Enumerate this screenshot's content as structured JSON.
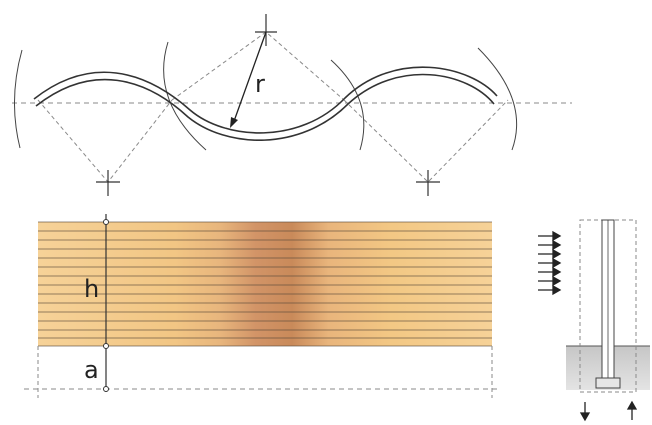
{
  "labels": {
    "radius": "r",
    "height": "h",
    "embed_depth": "a"
  },
  "colors": {
    "wood_light": "#f3c889",
    "wood_dark": "#c98a5a",
    "ground_gray": "#cfcfcf",
    "line": "#3a3a3a",
    "dashed": "#8a8a8a"
  }
}
